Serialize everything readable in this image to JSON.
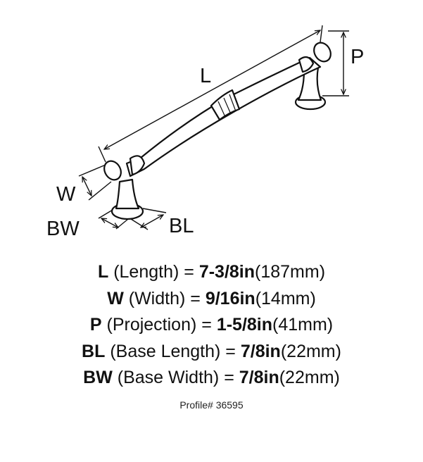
{
  "labels": {
    "L": "L",
    "P": "P",
    "W": "W",
    "BW": "BW",
    "BL": "BL"
  },
  "specs": [
    {
      "abbr": "L",
      "name": "(Length) = ",
      "inch": "7-3/8in",
      "mm": "(187mm)"
    },
    {
      "abbr": "W",
      "name": "(Width) = ",
      "inch": "9/16in",
      "mm": "(14mm)"
    },
    {
      "abbr": "P",
      "name": "(Projection) = ",
      "inch": "1-5/8in",
      "mm": "(41mm)"
    },
    {
      "abbr": "BL",
      "name": "(Base Length) = ",
      "inch": "7/8in",
      "mm": "(22mm)"
    },
    {
      "abbr": "BW",
      "name": "(Base Width) = ",
      "inch": "7/8in",
      "mm": "(22mm)"
    }
  ],
  "profile": "Profile# 36595"
}
